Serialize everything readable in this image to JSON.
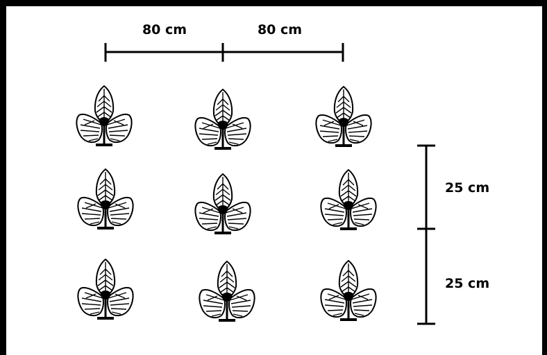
{
  "spacing_labels": {
    "horizontal_1": "80 cm",
    "horizontal_2": "80 cm",
    "vertical_1": "25 cm",
    "vertical_2": "25 cm"
  },
  "grid": {
    "rows": 3,
    "columns": 3
  },
  "icon": "plant-icon",
  "colors": {
    "line": "#000000",
    "background": "#ffffff"
  }
}
